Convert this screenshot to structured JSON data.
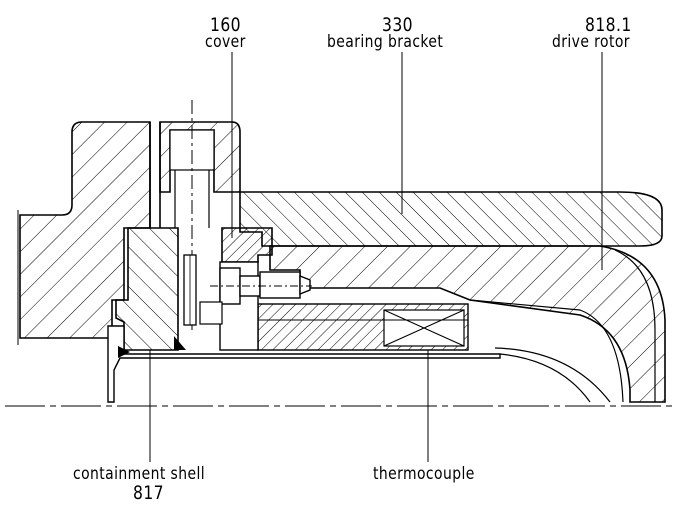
{
  "labels": {
    "cover": {
      "number": "160",
      "name": "cover"
    },
    "bearing_bracket": {
      "number": "330",
      "name": "bearing  bracket"
    },
    "drive_rotor": {
      "number": "818.1",
      "name": "drive  rotor"
    },
    "containment_shell": {
      "name": "containment  shell",
      "number": "817"
    },
    "thermocouple": {
      "name": "thermocouple"
    }
  },
  "colors": {
    "line": "#000000",
    "background": "#ffffff"
  }
}
